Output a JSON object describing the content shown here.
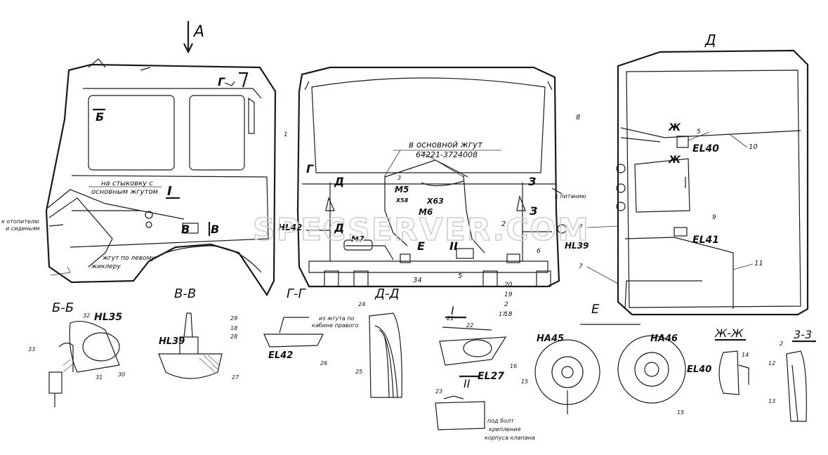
{
  "views": {
    "arrow_a": "A",
    "view_a": "Д",
    "bb": "Б-Б",
    "vv": "В-В",
    "gg": "Г-Г",
    "dd": "Д-Д",
    "e": "Е",
    "zhzh": "Ж-Ж",
    "zz": "3-3",
    "i": "I",
    "ii": "II"
  },
  "components": {
    "hl35": "HL35",
    "hl39_bottom": "HL39",
    "hl39_rear": "HL39",
    "hl42": "HL42",
    "el40": "EL40",
    "el40_detail": "EL40",
    "el41": "EL41",
    "el42": "EL42",
    "el27": "EL27",
    "ha45": "HA45",
    "ha46": "HA46",
    "m5": "M5",
    "m6": "M6",
    "m7": "M7",
    "x63": "X63",
    "x58": "X58"
  },
  "notes": {
    "main_harness": "в основной жгут",
    "part_number": "64221-3724008",
    "docking": "на стыковку с",
    "docking2": "основным жгутом",
    "left_note": "к отопителю",
    "left_note2": "и сиденьям",
    "left_panel": "жгут по левому",
    "left_panel2": "жиклеру",
    "power": "к питанию",
    "gg_note": "из жгута по",
    "gg_note2": "кабине правого",
    "bolt_note": "под болт",
    "bolt_note2": "крепления",
    "bolt_note3": "корпуса клапана"
  },
  "section_marks": {
    "b": "Б",
    "v1": "В",
    "v2": "В",
    "g1": "Г",
    "g2": "Г",
    "d1": "Д",
    "d2": "Д",
    "e1": "Е",
    "z1": "З",
    "z2": "З",
    "zh1": "Ж",
    "zh2": "Ж",
    "one": "I",
    "two": "II"
  },
  "callouts": {
    "c1": "1",
    "c2": "2",
    "c2b": "2",
    "c3": "3",
    "c5": "5",
    "c6": "6",
    "c7": "7",
    "c7b": "7",
    "c8": "8",
    "c9": "9",
    "c10": "10",
    "c11": "11",
    "c12": "12",
    "c13": "13",
    "c14": "14",
    "c15a": "15",
    "c15b": "15",
    "c16": "16",
    "c17": "17",
    "c18": "18",
    "c18b": "18",
    "c19": "19",
    "c20": "20",
    "c21": "21",
    "c22": "22",
    "c23": "23",
    "c24": "24",
    "c25": "25",
    "c26": "26",
    "c27": "27",
    "c28": "28",
    "c29": "29",
    "c30": "30",
    "c31": "31",
    "c32": "32",
    "c33": "33",
    "c34": "34",
    "c5b": "5"
  },
  "watermark": "SPECSERVER.COM"
}
